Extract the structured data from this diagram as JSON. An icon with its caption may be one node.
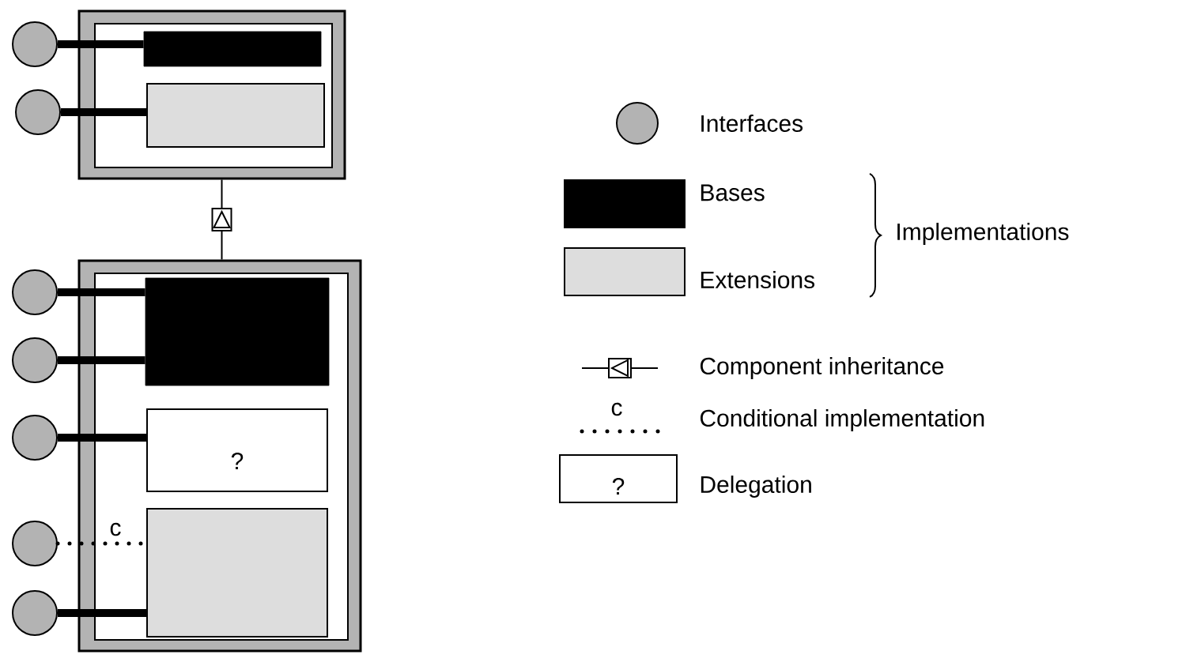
{
  "diagram": {
    "nodes": [
      {
        "text": [],
        "shape": "box"
      },
      {
        "text": [],
        "shape": "bar",
        "in": 0
      },
      {
        "text": [],
        "shape": "box",
        "in": 0
      },
      {
        "text": [],
        "shape": "box"
      },
      {
        "text": [],
        "shape": "box",
        "in": 3
      },
      {
        "text": [
          "?"
        ],
        "in": 3
      },
      {
        "text": [],
        "shape": "box",
        "in": 3
      },
      {
        "text": [],
        "shape": "circle"
      },
      {
        "text": [],
        "shape": "circle"
      },
      {
        "text": [],
        "shape": "circle"
      },
      {
        "text": [],
        "shape": "circle"
      },
      {
        "text": [],
        "shape": "circle"
      },
      {
        "text": [],
        "shape": "circle"
      },
      {
        "text": [],
        "shape": "circle"
      }
    ],
    "edges": [
      {
        "from": 7,
        "to": 1,
        "arrow": "none"
      },
      {
        "from": 8,
        "to": 2,
        "arrow": "none"
      },
      {
        "from": 9,
        "to": 4,
        "arrow": "none"
      },
      {
        "from": 10,
        "to": 4,
        "arrow": "none"
      },
      {
        "from": 11,
        "to": 5,
        "arrow": "none"
      },
      {
        "from": 12,
        "to": 6,
        "arrow": "none",
        "label": "c",
        "style": "dashed"
      },
      {
        "from": 13,
        "to": 6,
        "arrow": "none"
      },
      {
        "from": 3,
        "to": 0,
        "arrow": "to"
      }
    ],
    "labels": [
      "Implementations",
      "c",
      "?"
    ],
    "legend": [
      {
        "text": "Interfaces",
        "color": "#b3b3b3"
      },
      {
        "text": "Bases",
        "color": "#000000"
      },
      {
        "text": "Extensions",
        "color": "#dddddd"
      },
      {
        "text": "Component inheritance"
      },
      {
        "text": "Conditional implementation"
      },
      {
        "text": "Delegation"
      }
    ]
  }
}
